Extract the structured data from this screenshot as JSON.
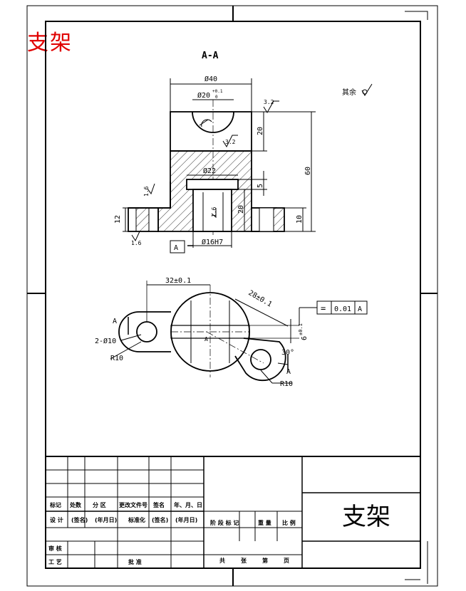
{
  "red_title": "支架",
  "section_label": "A-A",
  "roughness_note": "其余",
  "dims": {
    "d40": "Ø40",
    "d20": "Ø20",
    "d20_tol": "+0.1",
    "d20_tol_lo": "0",
    "d22": "Ø22",
    "d16": "Ø16H7",
    "h20": "20",
    "h60": "60",
    "h5": "5",
    "h20b": "20",
    "h10": "10",
    "h12": "12",
    "r32": "3.2",
    "r32b": "3.2",
    "r16": "1.6",
    "r16b": "1.6",
    "r16c": "1.6",
    "len32": "32±0.1",
    "len28": "28±0.1",
    "holes": "2-Ø10",
    "r10a": "R10",
    "r10b": "R10",
    "angle": "30°",
    "dim6": "6",
    "dim6tol": "±0.1"
  },
  "datum": "A",
  "datum2": "A",
  "arrow_a1": "A",
  "arrow_a2": "A",
  "arrow_a3": "A",
  "tolerance": {
    "symbol": "=",
    "value": "0.01",
    "datum": "A"
  },
  "title_block": {
    "part_name": "支架",
    "r1": [
      "标记",
      "处数",
      "分 区",
      "更改文件号",
      "签名",
      "年、月、日"
    ],
    "r2": [
      "设 计",
      "(签名)",
      "(年月日)",
      "标准化",
      "(签名)",
      "(年月日)"
    ],
    "r2_right": [
      "阶 段 标 记",
      "重 量",
      "比 例"
    ],
    "r3": [
      "审 核"
    ],
    "r4": [
      "工 艺",
      "批 准"
    ],
    "r4_right": [
      "共",
      "张",
      "第",
      "页"
    ]
  }
}
